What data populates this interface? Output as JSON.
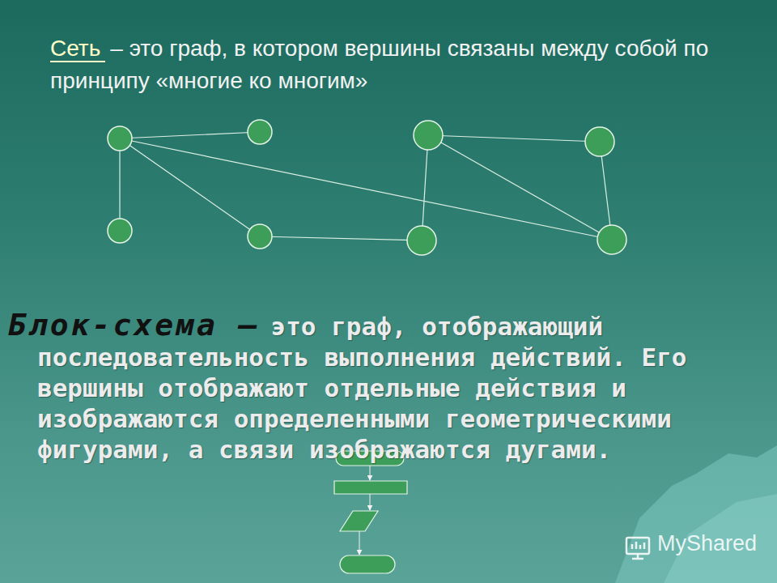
{
  "diagram": {
    "labels": [
      "Сеть",
      "– это граф, в котором вершины связаны между собой по принципу «многие ко многим»",
      "Блок-схема –",
      "это граф, отображающий последовательность выполнения действий. Его вершины отображают отдельные действия и изображаются определенными геометрическими фигурами, а связи изображаются дугами.",
      "MyShared"
    ]
  }
}
